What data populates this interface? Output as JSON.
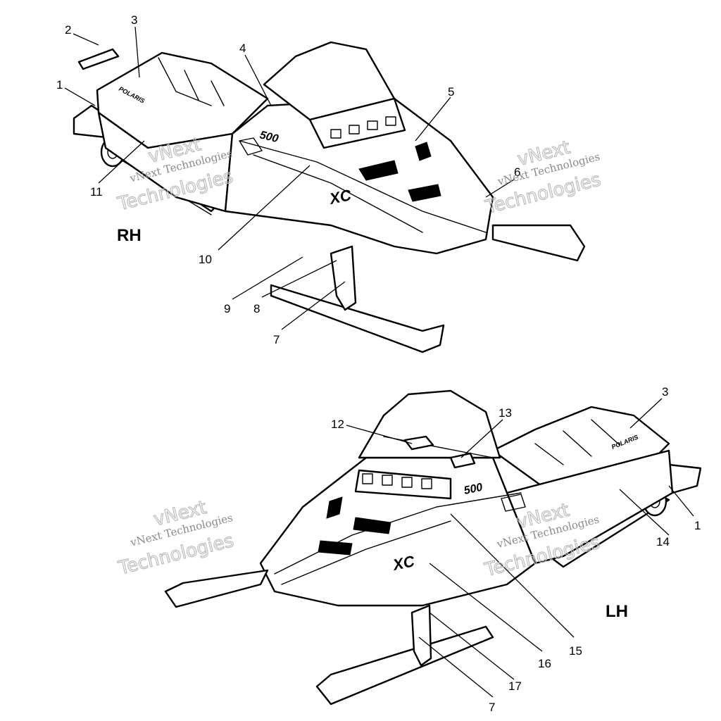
{
  "views": {
    "rh": {
      "label": "RH"
    },
    "lh": {
      "label": "LH"
    }
  },
  "callouts_rh": [
    "1",
    "2",
    "3",
    "4",
    "5",
    "6",
    "7",
    "8",
    "9",
    "10",
    "11"
  ],
  "callouts_lh": [
    "12",
    "13",
    "3",
    "1",
    "14",
    "15",
    "16",
    "17",
    "7"
  ],
  "decals": {
    "model_number": "500",
    "model_name": "XC",
    "brand": "POLARIS"
  },
  "watermark": {
    "line1": "vNext Technologies",
    "line2": "Technologies",
    "line3": "vNext"
  }
}
